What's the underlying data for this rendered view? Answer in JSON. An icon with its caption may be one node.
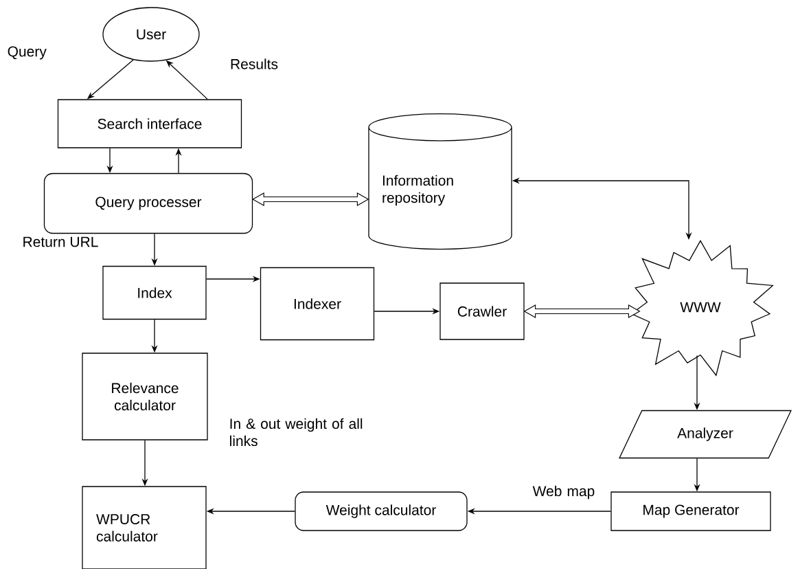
{
  "diagram": {
    "nodes": [
      {
        "text": [
          "User"
        ]
      },
      {
        "text": [
          "Search interface"
        ]
      },
      {
        "text": [
          "Query processer"
        ]
      },
      {
        "text": [
          "Information repository"
        ]
      },
      {
        "text": [
          "WWW"
        ]
      },
      {
        "text": [
          "Index"
        ]
      },
      {
        "text": [
          "Indexer"
        ]
      },
      {
        "text": [
          "Crawler"
        ]
      },
      {
        "text": [
          "Relevance calculator"
        ]
      },
      {
        "text": [
          "Analyzer"
        ]
      },
      {
        "text": [
          "WPUCR calculator"
        ]
      },
      {
        "text": [
          "Weight calculator"
        ]
      },
      {
        "text": [
          "Map Generator"
        ]
      }
    ],
    "edges": [
      {
        "from": 0,
        "to": 1,
        "arrow": "to",
        "label": "Query"
      },
      {
        "from": 1,
        "to": 0,
        "arrow": "to",
        "label": "Results"
      },
      {
        "from": 1,
        "to": 2,
        "arrow": "to"
      },
      {
        "from": 2,
        "to": 1,
        "arrow": "to"
      },
      {
        "from": 2,
        "to": 3,
        "arrow": "both",
        "style": "thick"
      },
      {
        "from": 3,
        "to": 4,
        "arrow": "both"
      },
      {
        "from": 2,
        "to": 5,
        "arrow": "to",
        "label": "Return URL"
      },
      {
        "from": 5,
        "to": 6,
        "arrow": "to"
      },
      {
        "from": 6,
        "to": 7,
        "arrow": "to"
      },
      {
        "from": 7,
        "to": 4,
        "arrow": "both",
        "style": "thick"
      },
      {
        "from": 5,
        "to": 8,
        "arrow": "to"
      },
      {
        "from": 8,
        "to": 10,
        "arrow": "to"
      },
      {
        "from": 4,
        "to": 9,
        "arrow": "to"
      },
      {
        "from": 9,
        "to": 12,
        "arrow": "to"
      },
      {
        "from": 12,
        "to": 11,
        "arrow": "to"
      },
      {
        "from": 11,
        "to": 10,
        "arrow": "to"
      }
    ],
    "labels": [
      "In & out weight of all links",
      "Web map"
    ]
  }
}
